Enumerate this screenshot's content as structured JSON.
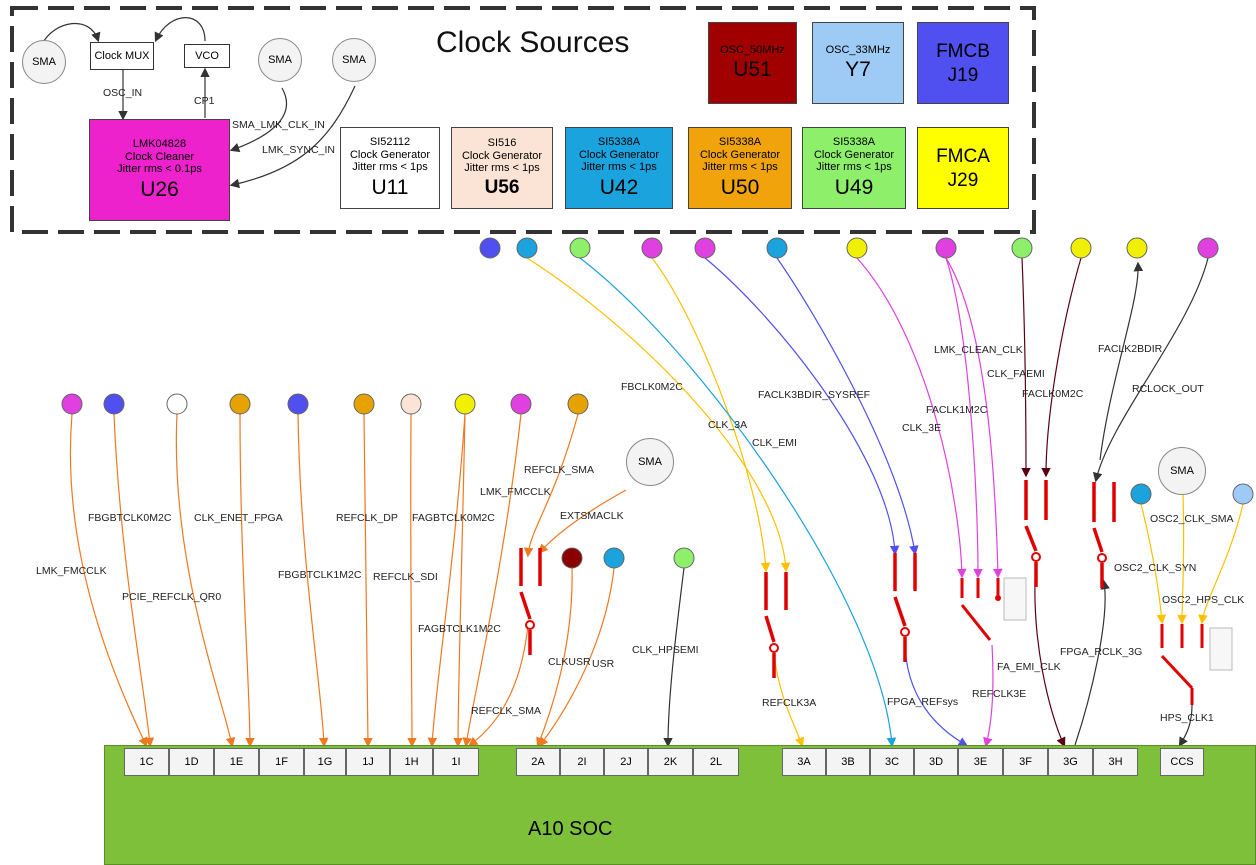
{
  "title": "Clock Sources",
  "soc_label": "A10 SOC",
  "mux": {
    "clock_mux": "Clock MUX",
    "vco": "VCO",
    "osc_in": "OSC_IN",
    "cp1": "CP1",
    "sma": "SMA"
  },
  "chips": [
    {
      "id": "u26",
      "line1": "LMK04828",
      "line2": "Clock Cleaner",
      "line3": "Jitter rms < 0.1ps",
      "ref": "U26",
      "color": "#ee22cc"
    },
    {
      "id": "u11",
      "line1": "SI52112",
      "line2": "Clock Generator",
      "line3": "Jitter rms < 1ps",
      "ref": "U11",
      "color": "#ffffff"
    },
    {
      "id": "u56",
      "line1": "SI516",
      "line2": "Clock Generator",
      "line3": "Jitter rms < 1ps",
      "ref": "U56",
      "color": "#fbe4d5"
    },
    {
      "id": "u42",
      "line1": "SI5338A",
      "line2": "Clock Generator",
      "line3": "Jitter rms < 1ps",
      "ref": "U42",
      "color": "#1aa3dd"
    },
    {
      "id": "u50",
      "line1": "SI5338A",
      "line2": "Clock Generator",
      "line3": "Jitter rms < 1ps",
      "ref": "U50",
      "color": "#f0a30a"
    },
    {
      "id": "u49",
      "line1": "SI5338A",
      "line2": "Clock Generator",
      "line3": "Jitter rms < 1ps",
      "ref": "U49",
      "color": "#8ef06a"
    },
    {
      "id": "j29",
      "line1": "FMCA",
      "line2": "",
      "line3": "",
      "ref": "J29",
      "color": "#ffff00"
    },
    {
      "id": "u51",
      "line1": "OSC_50MHz",
      "line2": "",
      "line3": "",
      "ref": "U51",
      "color": "#a00000"
    },
    {
      "id": "y7",
      "line1": "OSC_33MHz",
      "line2": "",
      "line3": "",
      "ref": "Y7",
      "color": "#9ecbf5"
    },
    {
      "id": "j19",
      "line1": "FMCB",
      "line2": "",
      "line3": "",
      "ref": "J19",
      "color": "#5050f0"
    }
  ],
  "mux_signals": {
    "sma_lmk": "SMA_LMK_CLK_IN",
    "lmk_sync": "LMK_SYNC_IN"
  },
  "banks": [
    "1C",
    "1D",
    "1E",
    "1F",
    "1G",
    "1J",
    "1H",
    "1I",
    "2A",
    "2I",
    "2J",
    "2K",
    "2L",
    "3A",
    "3B",
    "3C",
    "3D",
    "3E",
    "3F",
    "3G",
    "3H",
    "CCS"
  ],
  "signals": [
    "LMK_FMCCLK",
    "FBGBTCLK0M2C",
    "PCIE_REFCLK_QR0",
    "CLK_ENET_FPGA",
    "FBGBTCLK1M2C",
    "REFCLK_DP",
    "REFCLK_SDI",
    "FAGBTCLK0M2C",
    "FAGBTCLK1M2C",
    "LMK_FMCCLK",
    "REFCLK_SMA",
    "EXTSMACLK",
    "REFCLK_SMA",
    "CLKUSR",
    "USR",
    "CLK_HPSEMI",
    "FBCLK0M2C",
    "CLK_3A",
    "CLK_EMI",
    "REFCLK3A",
    "FACLK3BDIR_SYSREF",
    "FPGA_REFsys",
    "CLK_3E",
    "FACLK1M2C",
    "LMK_CLEAN_CLK",
    "CLK_FAEMI",
    "FACLK0M2C",
    "FA_EMI_CLK",
    "REFCLK3E",
    "FACLK2BDIR",
    "RCLOCK_OUT",
    "FPGA_RCLK_3G",
    "OSC2_CLK_SMA",
    "OSC2_CLK_SYN",
    "OSC2_HPS_CLK",
    "HPS_CLK1",
    "SMA"
  ],
  "colors": {
    "orange": "#f07820",
    "magenta": "#e040e0",
    "blue": "#1aa3dd",
    "purple": "#5050f0",
    "yellow": "#ffd000",
    "darkred": "#6a0018",
    "dark": "#333333",
    "red": "#e00000",
    "green_soc": "#7ec03a"
  }
}
